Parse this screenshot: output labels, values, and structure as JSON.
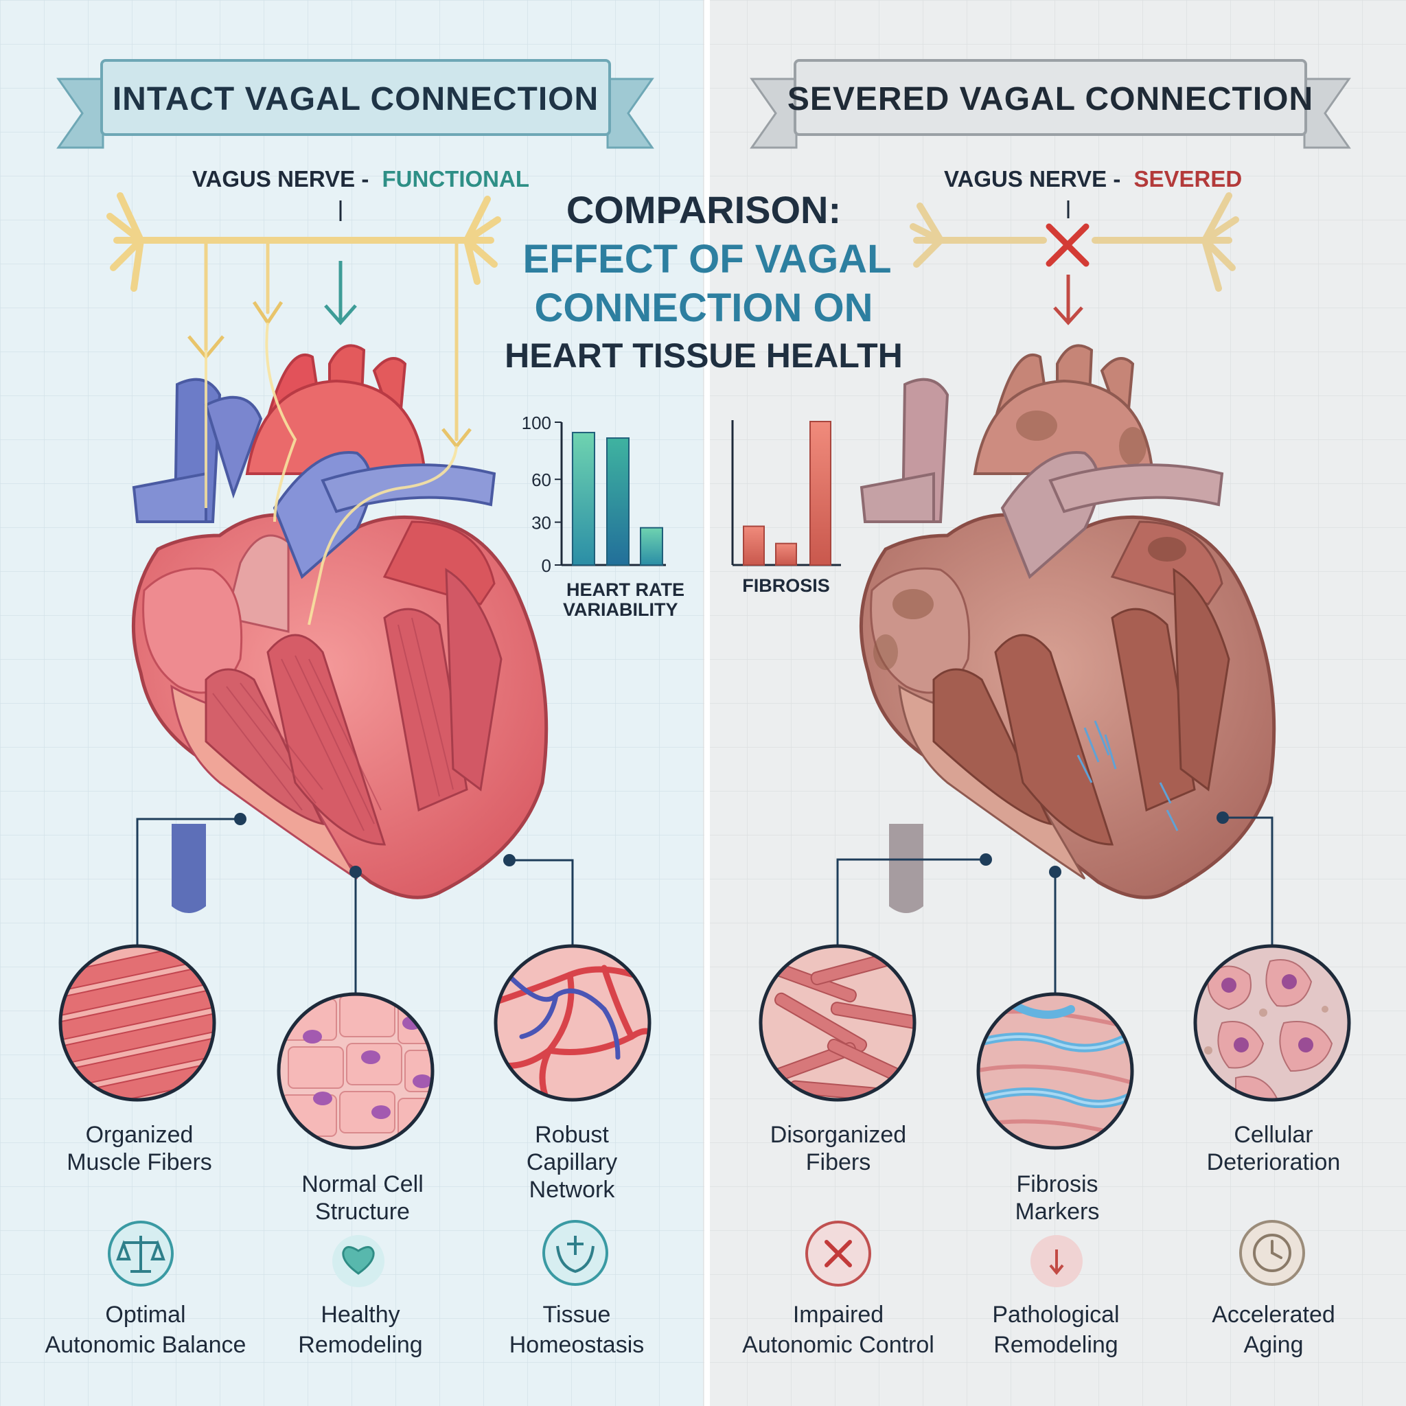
{
  "panels": {
    "left": {
      "banner": "INTACT VAGAL CONNECTION",
      "nerve_label": "VAGUS NERVE -",
      "nerve_state": "FUNCTIONAL",
      "zoom_labels": [
        [
          "Organized",
          "Muscle Fibers"
        ],
        [
          "Normal Cell",
          "Structure"
        ],
        [
          "Robust",
          "Capillary",
          "Network"
        ]
      ],
      "status": [
        {
          "icon": "balance-scale-icon",
          "lines": [
            "Optimal",
            "Autonomic Balance"
          ]
        },
        {
          "icon": "heart-icon",
          "lines": [
            "Healthy",
            "Remodeling"
          ]
        },
        {
          "icon": "hands-care-icon",
          "lines": [
            "Tissue",
            "Homeostasis"
          ]
        }
      ]
    },
    "right": {
      "banner": "SEVERED VAGAL CONNECTION",
      "nerve_label": "VAGUS NERVE -",
      "nerve_state": "SEVERED",
      "zoom_labels": [
        [
          "Disorganized",
          "Fibers"
        ],
        [
          "Fibrosis",
          "Markers"
        ],
        [
          "Cellular",
          "Deterioration"
        ]
      ],
      "status": [
        {
          "icon": "x-mark-icon",
          "lines": [
            "Impaired",
            "Autonomic Control"
          ]
        },
        {
          "icon": "down-arrow-icon",
          "lines": [
            "Pathological",
            "Remodeling"
          ]
        },
        {
          "icon": "clock-icon",
          "lines": [
            "Accelerated",
            "Aging"
          ]
        }
      ]
    }
  },
  "center_title": {
    "line1": "COMPARISON:",
    "line2": "EFFECT OF VAGAL",
    "line3": "CONNECTION ON",
    "line4": "HEART TISSUE HEALTH"
  },
  "chart_data": [
    {
      "type": "bar",
      "xlabel": [
        "HEART RATE",
        "VARIABILITY"
      ],
      "y_ticks": [
        "100",
        "60",
        "30",
        "0"
      ],
      "ylim": [
        0,
        100
      ],
      "values": [
        96,
        92,
        27
      ],
      "colors": [
        "#48b29b",
        "#2d8fa8",
        "#3cb6a0"
      ]
    },
    {
      "type": "bar",
      "xlabel": [
        "FIBROSIS"
      ],
      "ylim": [
        0,
        100
      ],
      "values": [
        27,
        15,
        100
      ],
      "colors": [
        "#e06a5c",
        "#d9695d",
        "#e4776b"
      ]
    }
  ],
  "colors": {
    "left_bg": "#e6f2f6",
    "right_bg": "#eceeef",
    "teal": "#2e7f8f",
    "red": "#c0392b",
    "navy": "#1e2a3a"
  }
}
